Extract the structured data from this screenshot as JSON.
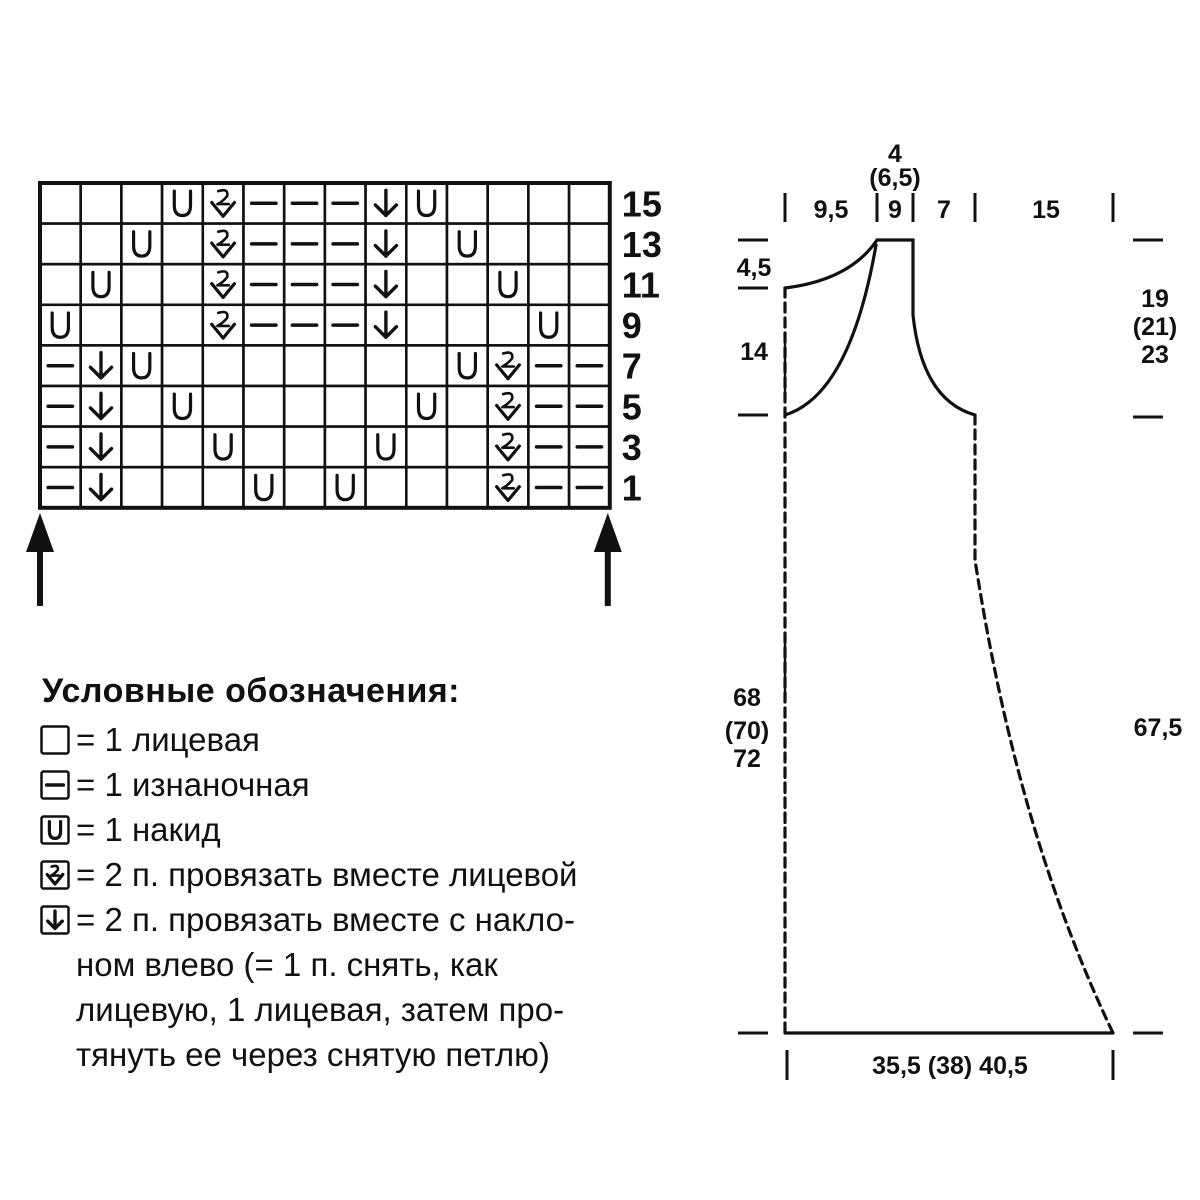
{
  "chart": {
    "symbols": {
      "K": "knit-stitch-icon",
      "P": "purl-stitch-icon",
      "U": "yarn-over-icon",
      "R": "k2tog-icon",
      "L": "ssk-left-slant-icon"
    },
    "rows": [
      {
        "label": "15",
        "cells": [
          "K",
          "K",
          "K",
          "U",
          "R",
          "P",
          "P",
          "P",
          "L",
          "U",
          "K",
          "K",
          "K",
          "K"
        ]
      },
      {
        "label": "13",
        "cells": [
          "K",
          "K",
          "U",
          "K",
          "R",
          "P",
          "P",
          "P",
          "L",
          "K",
          "U",
          "K",
          "K",
          "K"
        ]
      },
      {
        "label": "11",
        "cells": [
          "K",
          "U",
          "K",
          "K",
          "R",
          "P",
          "P",
          "P",
          "L",
          "K",
          "K",
          "U",
          "K",
          "K"
        ]
      },
      {
        "label": "9",
        "cells": [
          "U",
          "K",
          "K",
          "K",
          "R",
          "P",
          "P",
          "P",
          "L",
          "K",
          "K",
          "K",
          "U",
          "K"
        ]
      },
      {
        "label": "7",
        "cells": [
          "P",
          "L",
          "U",
          "K",
          "K",
          "K",
          "K",
          "K",
          "K",
          "K",
          "U",
          "R",
          "P",
          "P"
        ]
      },
      {
        "label": "5",
        "cells": [
          "P",
          "L",
          "K",
          "U",
          "K",
          "K",
          "K",
          "K",
          "K",
          "U",
          "K",
          "R",
          "P",
          "P"
        ]
      },
      {
        "label": "3",
        "cells": [
          "P",
          "L",
          "K",
          "K",
          "U",
          "K",
          "K",
          "K",
          "U",
          "K",
          "K",
          "R",
          "P",
          "P"
        ]
      },
      {
        "label": "1",
        "cells": [
          "P",
          "L",
          "K",
          "K",
          "K",
          "U",
          "K",
          "U",
          "K",
          "K",
          "K",
          "R",
          "P",
          "P"
        ]
      }
    ]
  },
  "legend": {
    "title": "Условные обозначения:",
    "items": [
      {
        "symbol": "K",
        "text": "= 1 лицевая"
      },
      {
        "symbol": "P",
        "text": "= 1 изнаночная"
      },
      {
        "symbol": "U",
        "text": "= 1 накид"
      },
      {
        "symbol": "R",
        "text": "= 2 п. провязать вместе лицевой"
      },
      {
        "symbol": "L",
        "text": "= 2 п. провязать вместе с накло-\nном влево (= 1 п. снять, как\nлицевую, 1 лицевая, затем про-\nтянуть ее через снятую петлю)"
      }
    ]
  },
  "schematic": {
    "top_neck": [
      "4",
      "(6,5)"
    ],
    "top_widths": [
      "9,5",
      "9",
      "7",
      "15"
    ],
    "shoulder_drop": "4,5",
    "armhole_depth_left": "14",
    "armhole_depth_right": [
      "19",
      "(21)",
      "23"
    ],
    "body_length_left": [
      "68",
      "(70)",
      "72"
    ],
    "body_length_right": "67,5",
    "bottom_width": "35,5 (38) 40,5"
  }
}
